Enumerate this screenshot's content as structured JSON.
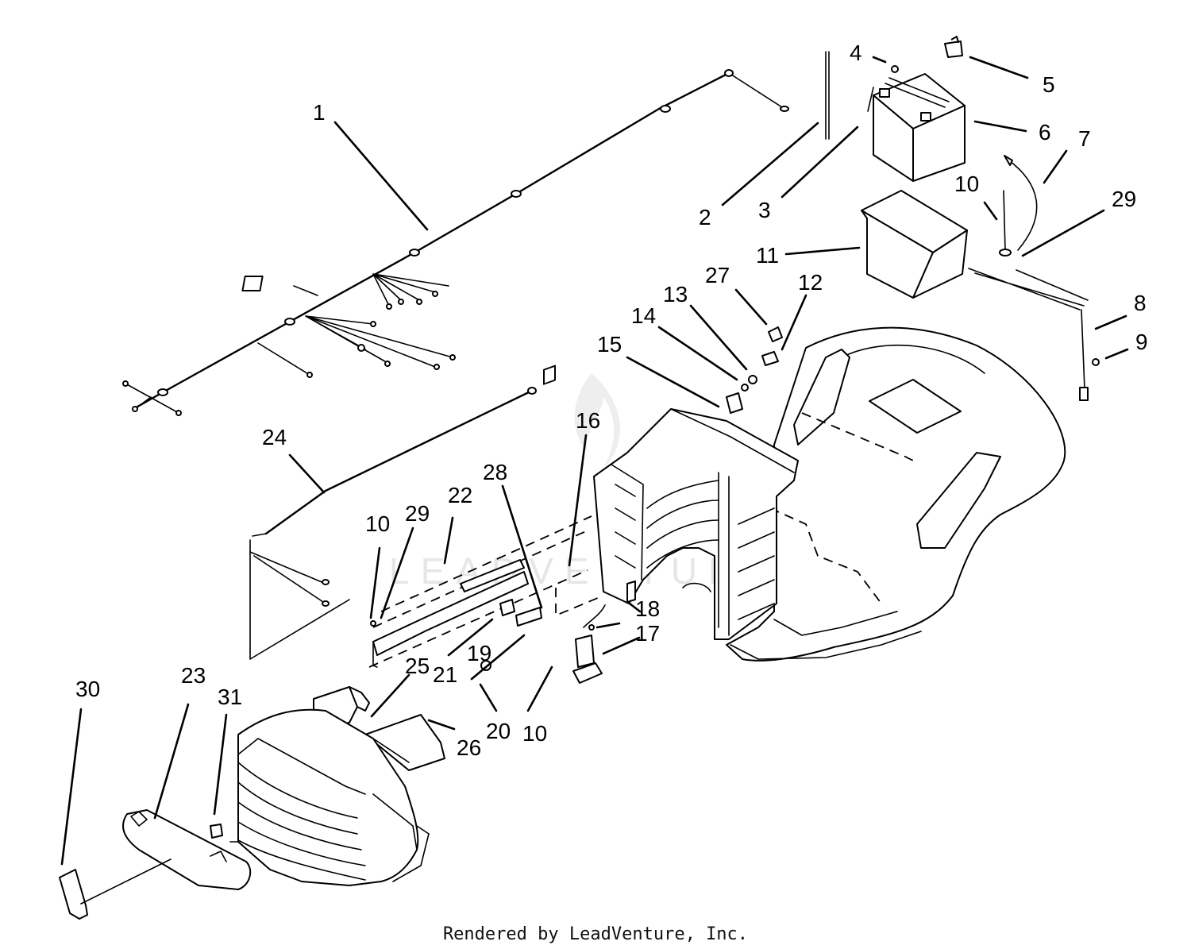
{
  "footer": {
    "text": "Rendered by LeadVenture, Inc."
  },
  "watermark": {
    "text": "LEADVENTURE"
  },
  "callouts": [
    {
      "id": "1",
      "label": "1"
    },
    {
      "id": "2",
      "label": "2"
    },
    {
      "id": "3",
      "label": "3"
    },
    {
      "id": "4",
      "label": "4"
    },
    {
      "id": "5",
      "label": "5"
    },
    {
      "id": "6",
      "label": "6"
    },
    {
      "id": "7",
      "label": "7"
    },
    {
      "id": "8",
      "label": "8"
    },
    {
      "id": "9",
      "label": "9"
    },
    {
      "id": "10a",
      "label": "10"
    },
    {
      "id": "11",
      "label": "11"
    },
    {
      "id": "12",
      "label": "12"
    },
    {
      "id": "13",
      "label": "13"
    },
    {
      "id": "14",
      "label": "14"
    },
    {
      "id": "15",
      "label": "15"
    },
    {
      "id": "16",
      "label": "16"
    },
    {
      "id": "17",
      "label": "17"
    },
    {
      "id": "18",
      "label": "18"
    },
    {
      "id": "19",
      "label": "19"
    },
    {
      "id": "20",
      "label": "20"
    },
    {
      "id": "21",
      "label": "21"
    },
    {
      "id": "22",
      "label": "22"
    },
    {
      "id": "23",
      "label": "23"
    },
    {
      "id": "24",
      "label": "24"
    },
    {
      "id": "25",
      "label": "25"
    },
    {
      "id": "26",
      "label": "26"
    },
    {
      "id": "27",
      "label": "27"
    },
    {
      "id": "28",
      "label": "28"
    },
    {
      "id": "29a",
      "label": "29"
    },
    {
      "id": "10b",
      "label": "10"
    },
    {
      "id": "29b",
      "label": "29"
    },
    {
      "id": "10c",
      "label": "10"
    },
    {
      "id": "30",
      "label": "30"
    },
    {
      "id": "31",
      "label": "31"
    }
  ]
}
